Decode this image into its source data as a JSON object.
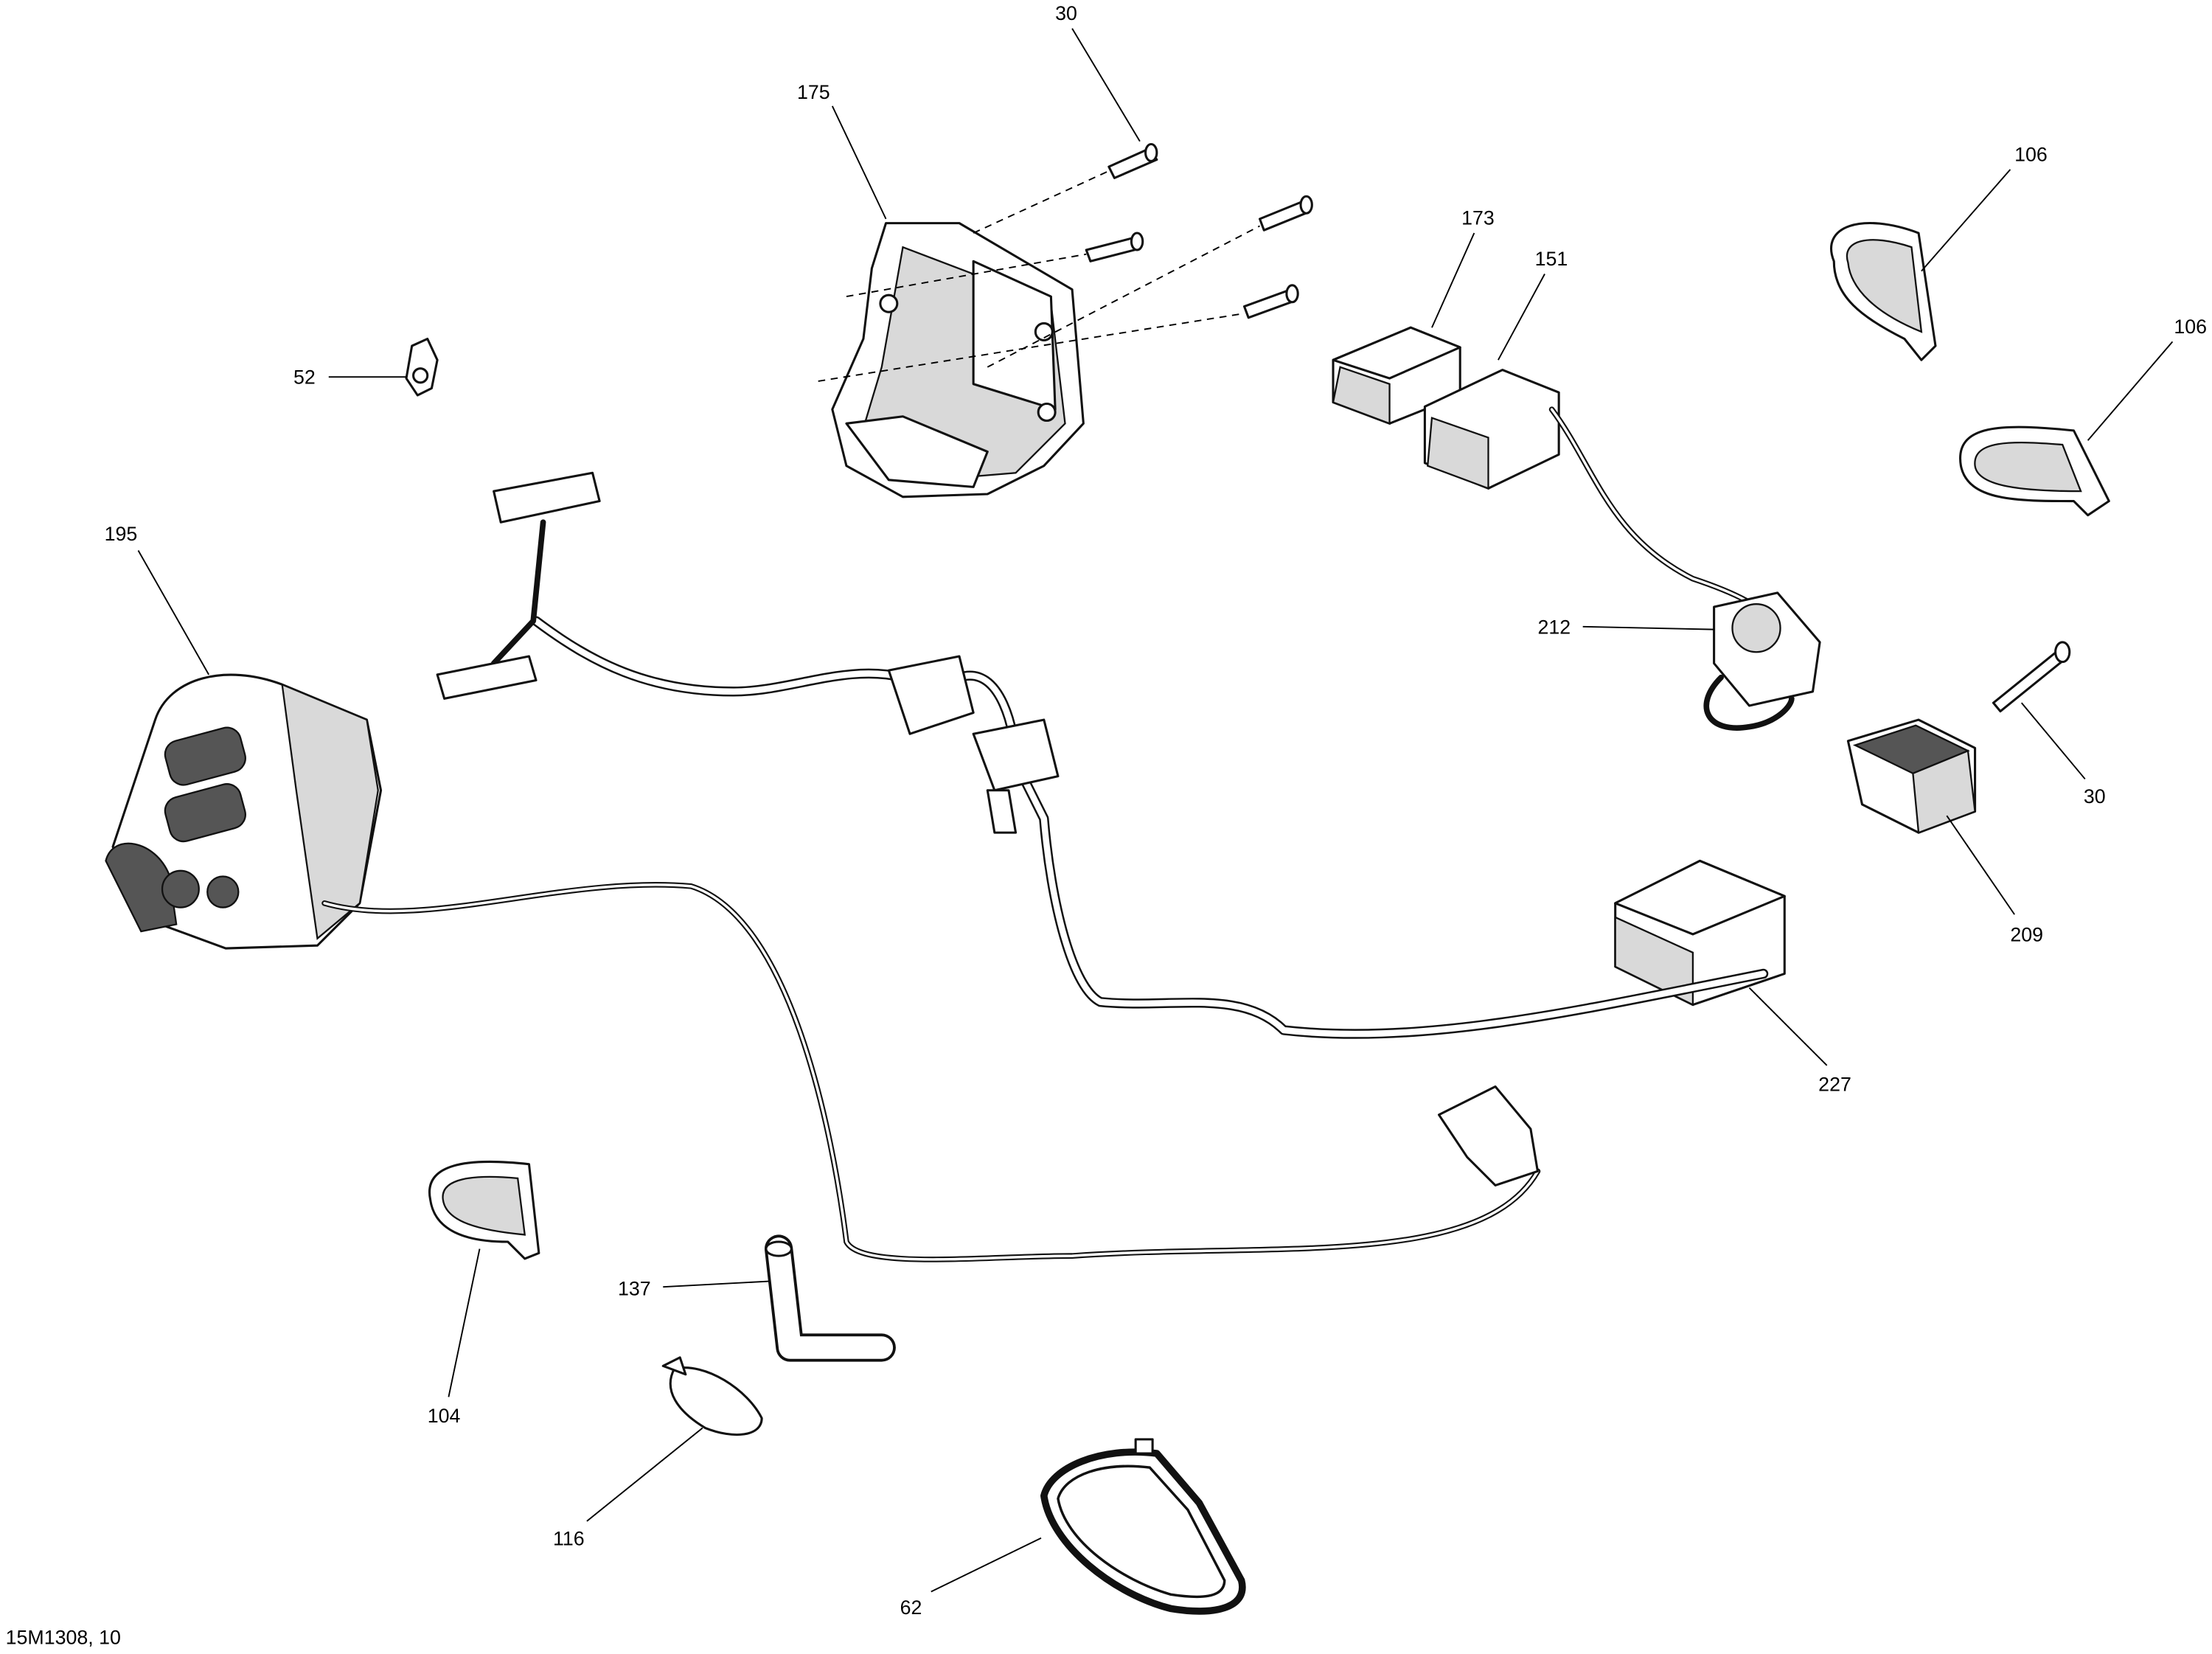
{
  "diagram": {
    "figure_id": "15M1308, 10",
    "callouts": [
      "30",
      "175",
      "52",
      "173",
      "151",
      "106",
      "106",
      "195",
      "212",
      "30",
      "209",
      "227",
      "104",
      "137",
      "116",
      "62"
    ]
  }
}
